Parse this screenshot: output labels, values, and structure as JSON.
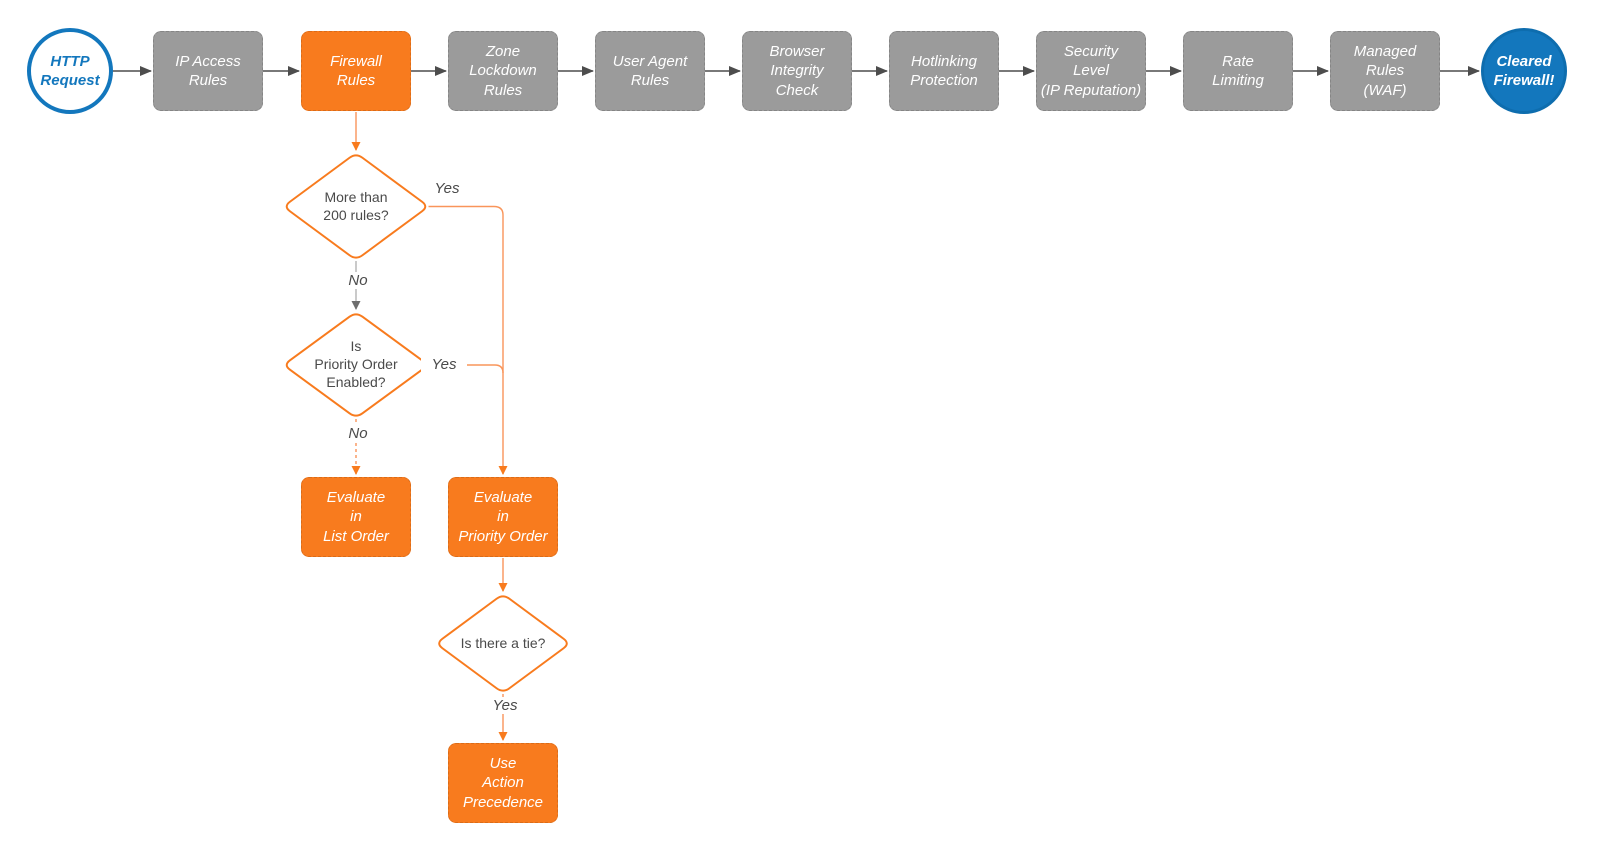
{
  "diagram": {
    "palette": {
      "accent_orange": "#F87B1E",
      "pipeline_gray": "#9B9B9B",
      "endpoint_blue": "#1377BD",
      "connector_dark": "#4D4D4D",
      "text_dark": "#4A4A4A"
    },
    "start": {
      "label": [
        "HTTP",
        "Request"
      ]
    },
    "pipeline": [
      {
        "label": [
          "IP Access",
          "Rules"
        ],
        "highlighted": false
      },
      {
        "label": [
          "Firewall",
          "Rules"
        ],
        "highlighted": true
      },
      {
        "label": [
          "Zone",
          "Lockdown",
          "Rules"
        ],
        "highlighted": false
      },
      {
        "label": [
          "User Agent",
          "Rules"
        ],
        "highlighted": false
      },
      {
        "label": [
          "Browser",
          "Integrity",
          "Check"
        ],
        "highlighted": false
      },
      {
        "label": [
          "Hotlinking",
          "Protection"
        ],
        "highlighted": false
      },
      {
        "label": [
          "Security",
          "Level",
          "(IP Reputation)"
        ],
        "highlighted": false
      },
      {
        "label": [
          "Rate",
          "Limiting"
        ],
        "highlighted": false
      },
      {
        "label": [
          "Managed",
          "Rules",
          "(WAF)"
        ],
        "highlighted": false
      }
    ],
    "end": {
      "label": [
        "Cleared",
        "Firewall!"
      ]
    },
    "decisions": [
      {
        "label": [
          "More than",
          "200 rules?"
        ]
      },
      {
        "label": [
          "Is",
          "Priority Order",
          "Enabled?"
        ]
      },
      {
        "label": [
          "Is there a tie?"
        ]
      }
    ],
    "actions": [
      {
        "label": [
          "Evaluate",
          "in",
          "List Order"
        ]
      },
      {
        "label": [
          "Evaluate",
          "in",
          "Priority Order"
        ]
      },
      {
        "label": [
          "Use",
          "Action",
          "Precedence"
        ]
      }
    ],
    "edge_labels": {
      "d1_yes": "Yes",
      "d1_no": "No",
      "d2_yes": "Yes",
      "d2_no": "No",
      "d3_yes": "Yes"
    }
  }
}
